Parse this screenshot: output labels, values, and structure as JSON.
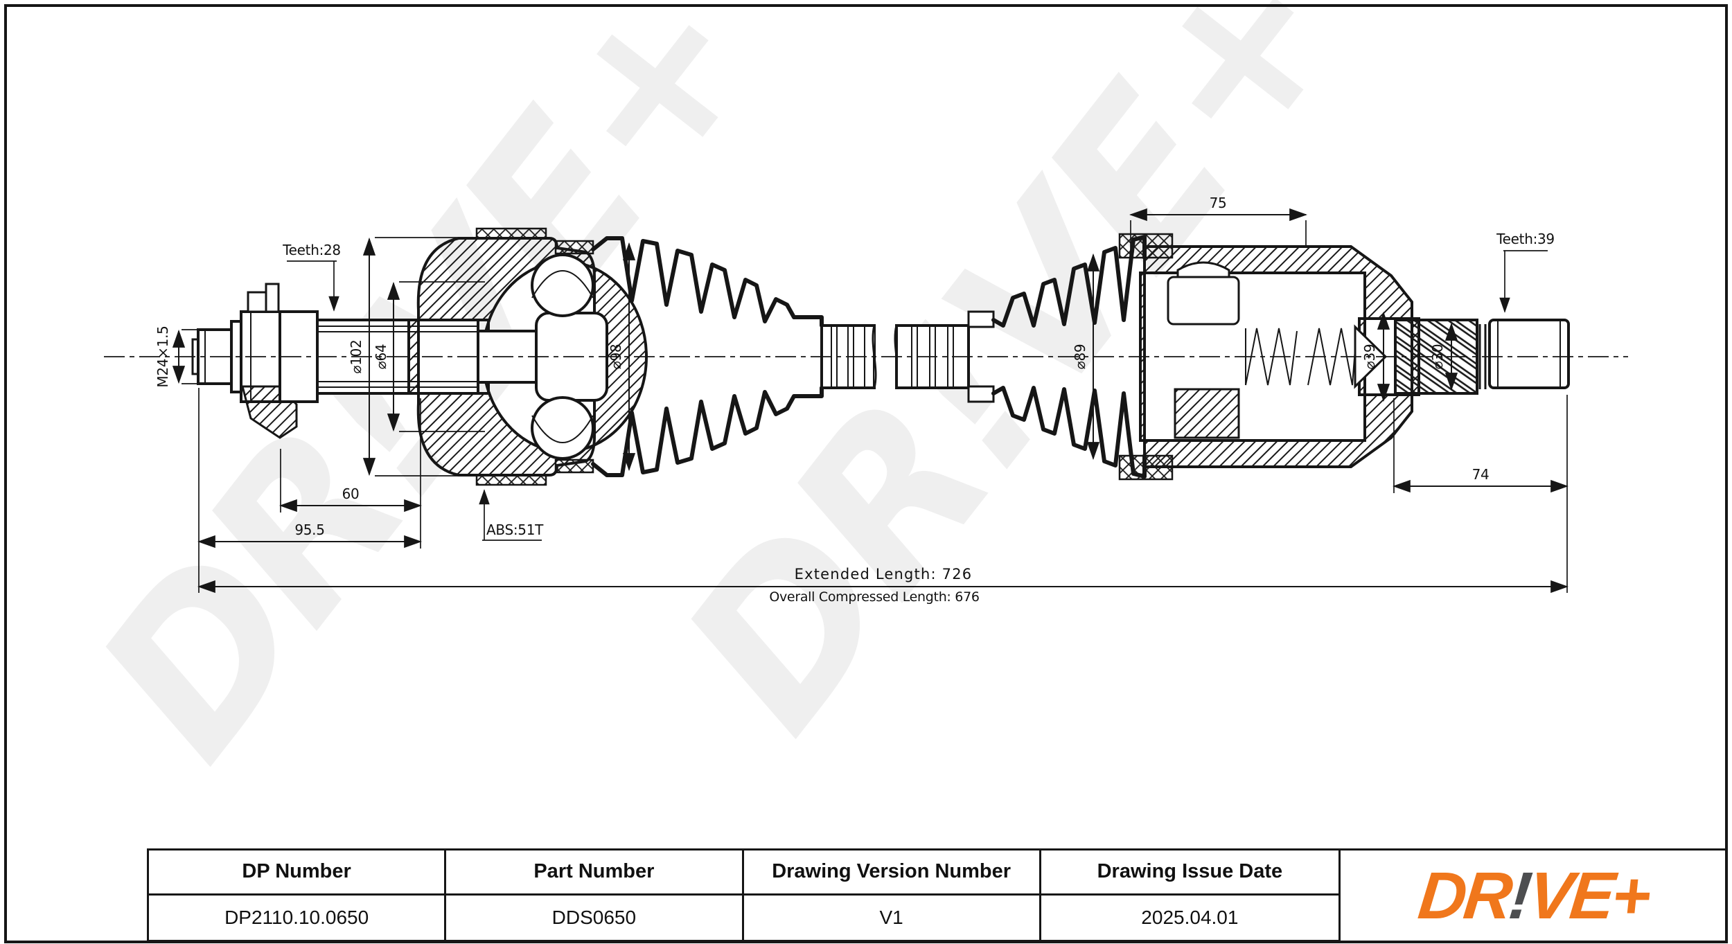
{
  "watermark": {
    "text": "DR!VE+"
  },
  "drawing": {
    "annotations": {
      "teeth_left": "Teeth:28",
      "thread": "M24×1.5",
      "dia_102": "⌀102",
      "dia_64": "⌀64",
      "dia_98": "⌀98",
      "dia_89": "⌀89",
      "dia_39": "⌀39",
      "dia_30": "⌀30",
      "teeth_right": "Teeth:39",
      "abs_ring": "ABS:51T",
      "dim_60": "60",
      "dim_95_5": "95.5",
      "dim_75": "75",
      "dim_74": "74",
      "extended_length": "Extended Length: 726",
      "compressed_length": "Overall Compressed Length: 676"
    }
  },
  "title_block": {
    "columns": [
      {
        "header": "DP Number",
        "value": "DP2110.10.0650"
      },
      {
        "header": "Part Number",
        "value": "DDS0650"
      },
      {
        "header": "Drawing Version Number",
        "value": "V1"
      },
      {
        "header": "Drawing Issue Date",
        "value": "2025.04.01"
      }
    ]
  },
  "logo": {
    "part1": "DR",
    "bang": "!",
    "part2": "VE+",
    "orange_color": "#F0771C",
    "gray_color": "#4D4E50"
  }
}
